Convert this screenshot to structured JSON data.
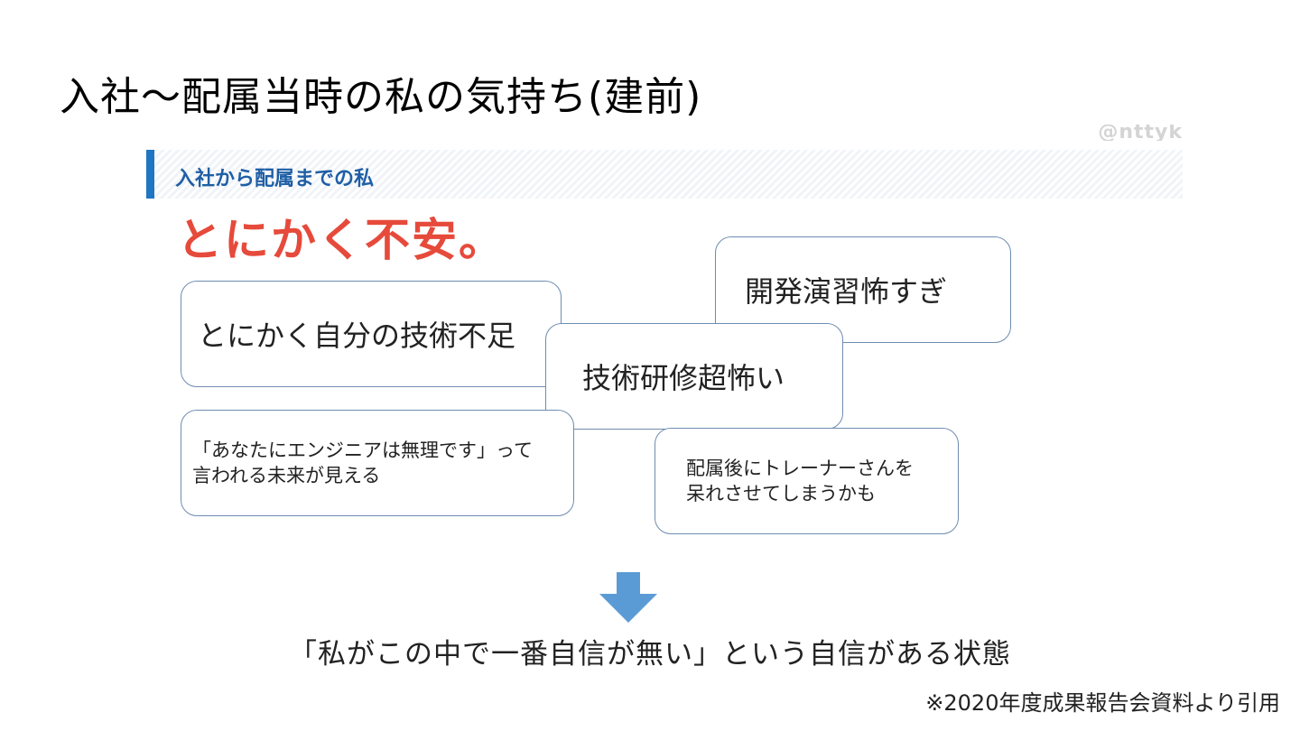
{
  "slide": {
    "title": "入社〜配属当時の私の気持ち(建前)",
    "source_note": "※2020年度成果報告会資料より引用"
  },
  "embedded_slide": {
    "watermark": "@nttyk",
    "section_header": "入社から配属までの私",
    "headline": "とにかく不安。",
    "bubbles": [
      {
        "text": "とにかく自分の技術不足"
      },
      {
        "text": "開発演習怖すぎ"
      },
      {
        "text": "技術研修超怖い"
      },
      {
        "text": "「あなたにエンジニアは無理です」って\n言われる未来が見える"
      },
      {
        "text": "配属後にトレーナーさんを\n呆れさせてしまうかも"
      }
    ],
    "colors": {
      "accent_bar": "#1f76c2",
      "header_text": "#1f5fa5",
      "headline": "#e64a3b",
      "bubble_border": "#6f8cb0",
      "arrow": "#5b9bd5"
    }
  },
  "conclusion": "「私がこの中で一番自信が無い」という自信がある状態",
  "icons": {
    "arrow": "down-arrow-icon"
  }
}
